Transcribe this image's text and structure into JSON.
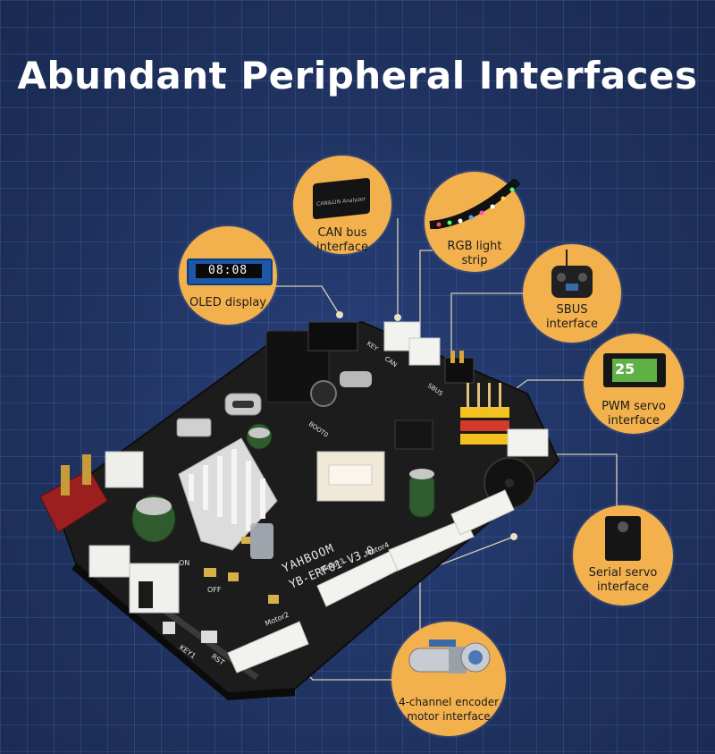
{
  "page": {
    "title": "Abundant Peripheral Interfaces"
  },
  "callouts": {
    "oled": {
      "label": "OLED display",
      "screen_text": "08:08"
    },
    "can": {
      "label_line1": "CAN bus",
      "label_line2": "interface",
      "device_text": "CAN&LIN Analyzer"
    },
    "rgb": {
      "label_line1": "RGB light",
      "label_line2": "strip"
    },
    "sbus": {
      "label_line1": "SBUS",
      "label_line2": "interface"
    },
    "pwm": {
      "label_line1": "PWM servo",
      "label_line2": "interface",
      "servo_text": "25"
    },
    "serial": {
      "label_line1": "Serial servo",
      "label_line2": "interface"
    },
    "encoder": {
      "label_line1": "4-channel encoder",
      "label_line2": "motor interface"
    }
  },
  "board": {
    "logo": "YAHBOOM",
    "model": "YB-ERF01-V3.0",
    "motor_labels": [
      "Motor2",
      "Motor3",
      "Motor4"
    ],
    "silk_labels": [
      "KEY1",
      "RST",
      "OFF",
      "ON",
      "CAN",
      "SBUS",
      "KEY",
      "BOOT0"
    ]
  },
  "colors": {
    "background": "#1f3360",
    "callout": "#f3b14e",
    "board": "#1c1c1c",
    "connector": "#f2f2ee",
    "line": "#d8d0b8"
  }
}
